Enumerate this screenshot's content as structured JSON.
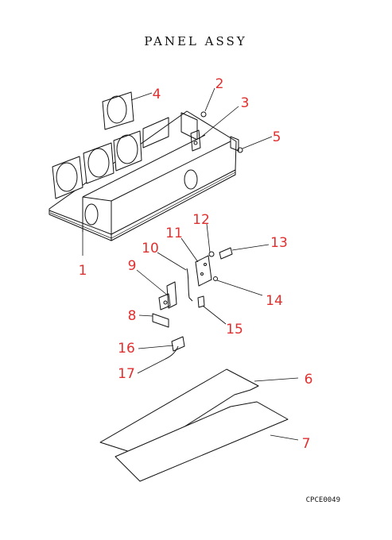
{
  "title": "PANEL  ASSY",
  "drawing_code": "CPCE0049",
  "accent_color": "#e03030",
  "callouts": [
    "1",
    "2",
    "3",
    "4",
    "5",
    "6",
    "7",
    "8",
    "9",
    "10",
    "11",
    "12",
    "13",
    "14",
    "15",
    "16",
    "17"
  ]
}
